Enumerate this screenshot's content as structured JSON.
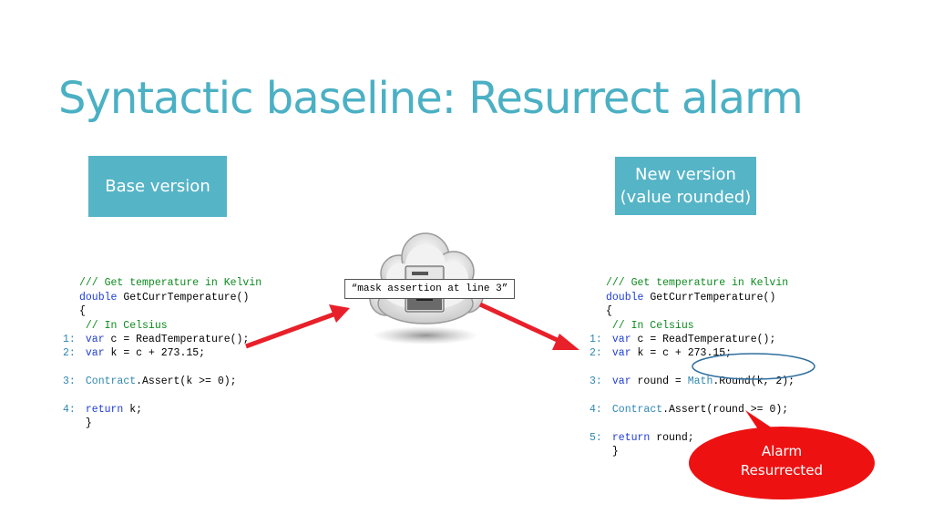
{
  "slide": {
    "title": "Syntactic baseline: Resurrect alarm",
    "base_label": "Base version",
    "new_label_line1": "New version",
    "new_label_line2": "(value rounded)",
    "callout": "“mask assertion at line 3”",
    "alarm_line1": "Alarm",
    "alarm_line2": "Resurrected"
  },
  "code_left": {
    "c0": "/// Get temperature in Kelvin",
    "c1_kw": "double",
    "c1_rest": " GetCurrTemperature()",
    "c2": "{",
    "c3": " // In Celsius",
    "l1_n": "1:",
    "l1_kw": "var",
    "l1_rest": " c = ReadTemperature();",
    "l2_n": "2:",
    "l2_kw": "var",
    "l2_rest": " k = c + 273.15;",
    "l3_n": "3:",
    "l3_ty": "Contract",
    "l3_rest": ".Assert(k >= 0);",
    "l4_n": "4:",
    "l4_kw": "return",
    "l4_rest": " k;",
    "close": " }"
  },
  "code_right": {
    "c0": "/// Get temperature in Kelvin",
    "c1_kw": "double",
    "c1_rest": " GetCurrTemperature()",
    "c2": "{",
    "c3": " // In Celsius",
    "l1_n": "1:",
    "l1_kw": "var",
    "l1_rest": " c = ReadTemperature();",
    "l2_n": "2:",
    "l2_kw": "var",
    "l2_rest": " k = c + 273.15;",
    "l3_n": "3:",
    "l3_kw": "var",
    "l3_mid": " round = ",
    "l3_ty": "Math",
    "l3_rest": ".Round(k, 2);",
    "l4_n": "4:",
    "l4_ty": "Contract",
    "l4_rest": ".Assert(round >= 0);",
    "l5_n": "5:",
    "l5_kw": "return",
    "l5_rest": " round;",
    "close": " }"
  },
  "colors": {
    "accent": "#4bb0c4",
    "box": "#56b4c7",
    "arrow": "#e8202a",
    "alarm": "#ee1111",
    "ellipse": "#2f6f9e"
  },
  "icons": [
    "cloud-server-icon"
  ]
}
